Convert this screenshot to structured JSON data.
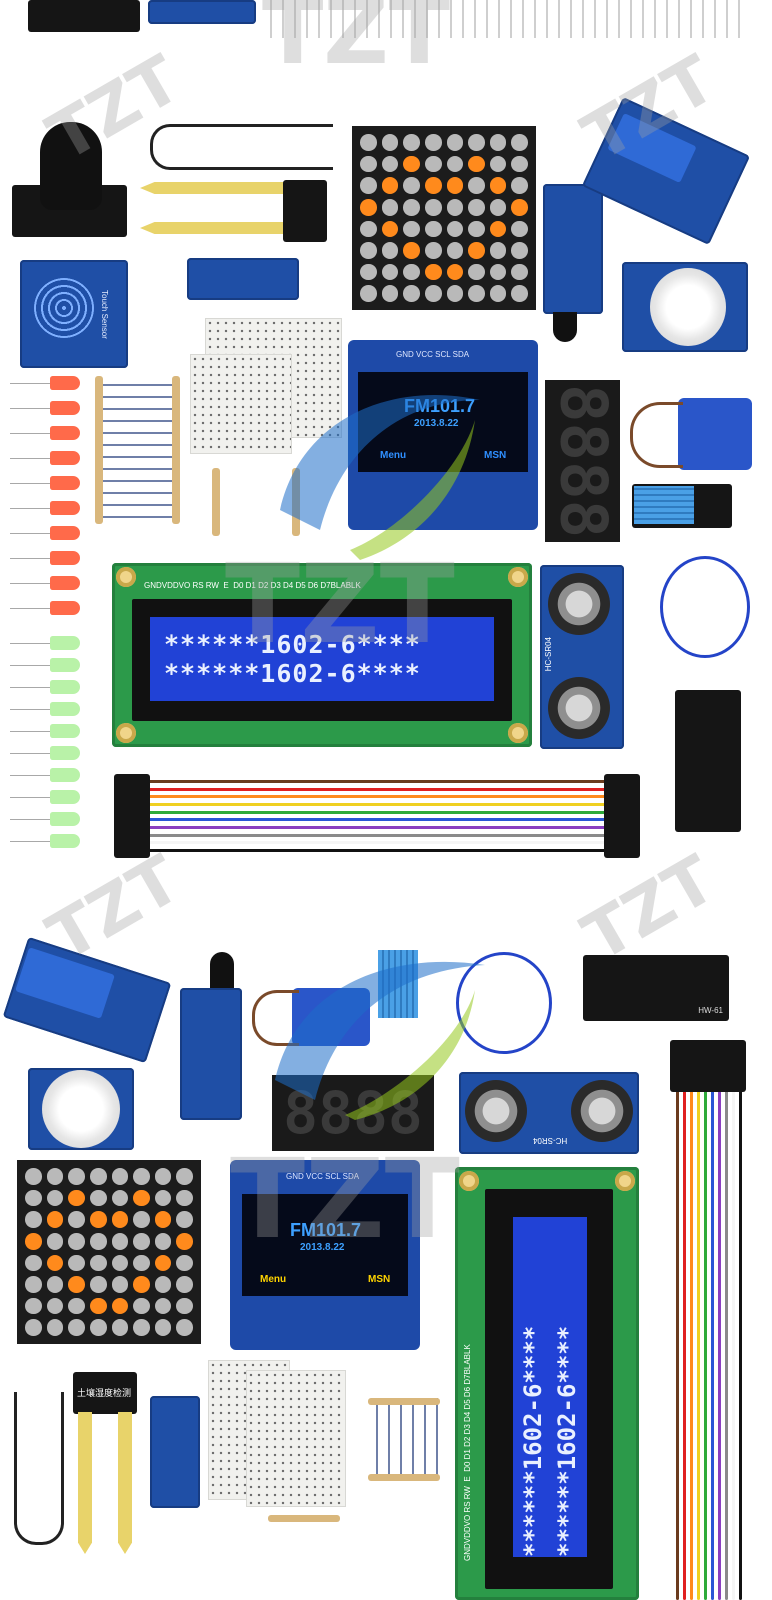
{
  "watermark": {
    "brand": "TZT"
  },
  "top": {
    "lcd1602": {
      "pin_labels": "GNDVDDVO RS RW  E  D0 D1 D2 D3 D4 D5 D6 D7BLABLK",
      "line1": "******1602-6****",
      "line2": "******1602-6****"
    },
    "oled": {
      "pins": "GND VCC SCL SDA",
      "freq": "FM101.7",
      "date": "2013.8.22",
      "menu": "Menu",
      "msn": "MSN"
    },
    "touch_sensor": {
      "label": "Touch Sensor"
    },
    "ultrasonic": {
      "label": "HC-SR04"
    }
  },
  "bottom": {
    "lcd1602": {
      "pin_labels": "GNDVDDVO RS RW  E  D0 D1 D2 D3 D4 D5 D6 D7BLABLK",
      "line1": "******1602-6****",
      "line2": "******1602-6****"
    },
    "oled": {
      "pins": "GND VCC SCL SDA",
      "freq": "FM101.7",
      "date": "2013.8.22",
      "menu": "Menu",
      "msn": "MSN"
    },
    "ultrasonic": {
      "label": "HC-SR04"
    },
    "i2c_adapter": {
      "label": "HW-61"
    },
    "soil_sensor": {
      "label": "土壤湿度检测"
    }
  },
  "colors": {
    "pcb_blue": "#1f4fa6",
    "lcd_blue": "#2142d6",
    "matrix_led": "#ff8a1c",
    "lcd_green": "#2c9a4a"
  }
}
